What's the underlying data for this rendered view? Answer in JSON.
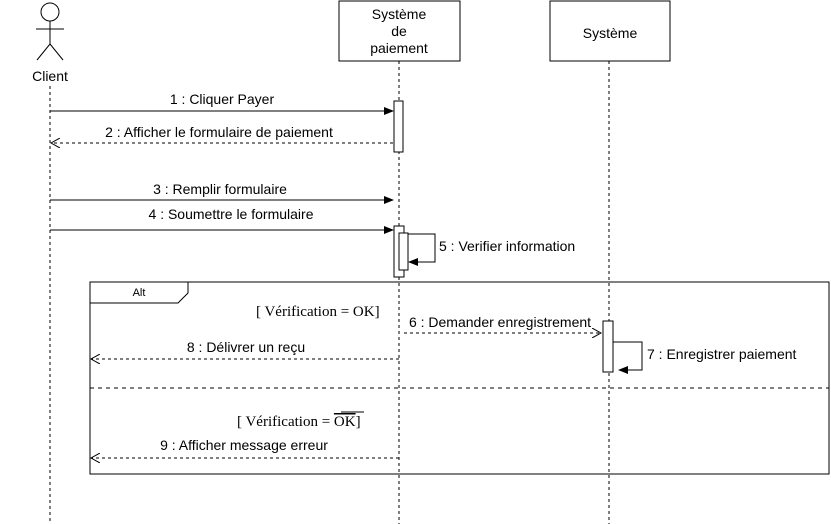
{
  "participants": {
    "client": "Client",
    "payment_system": [
      "Système",
      "de",
      "paiement"
    ],
    "system": "Système"
  },
  "messages": {
    "m1": "1 : Cliquer Payer",
    "m2": "2 : Afficher le formulaire de paiement",
    "m3": "3 : Remplir formulaire",
    "m4": "4 : Soumettre le formulaire",
    "m5": "5 : Verifier information",
    "m6": "6 : Demander enregistrement",
    "m7": "7 : Enregistrer paiement",
    "m8": "8 : Délivrer un reçu",
    "m9": "9 : Afficher message erreur"
  },
  "fragment": {
    "operator": "Alt",
    "guard1_prefix": "[ Vérification = ",
    "guard1_value": "OK",
    "guard1_suffix": "]",
    "guard2_prefix": "[ Vérification = ",
    "guard2_value": "OK",
    "guard2_suffix": "]"
  }
}
